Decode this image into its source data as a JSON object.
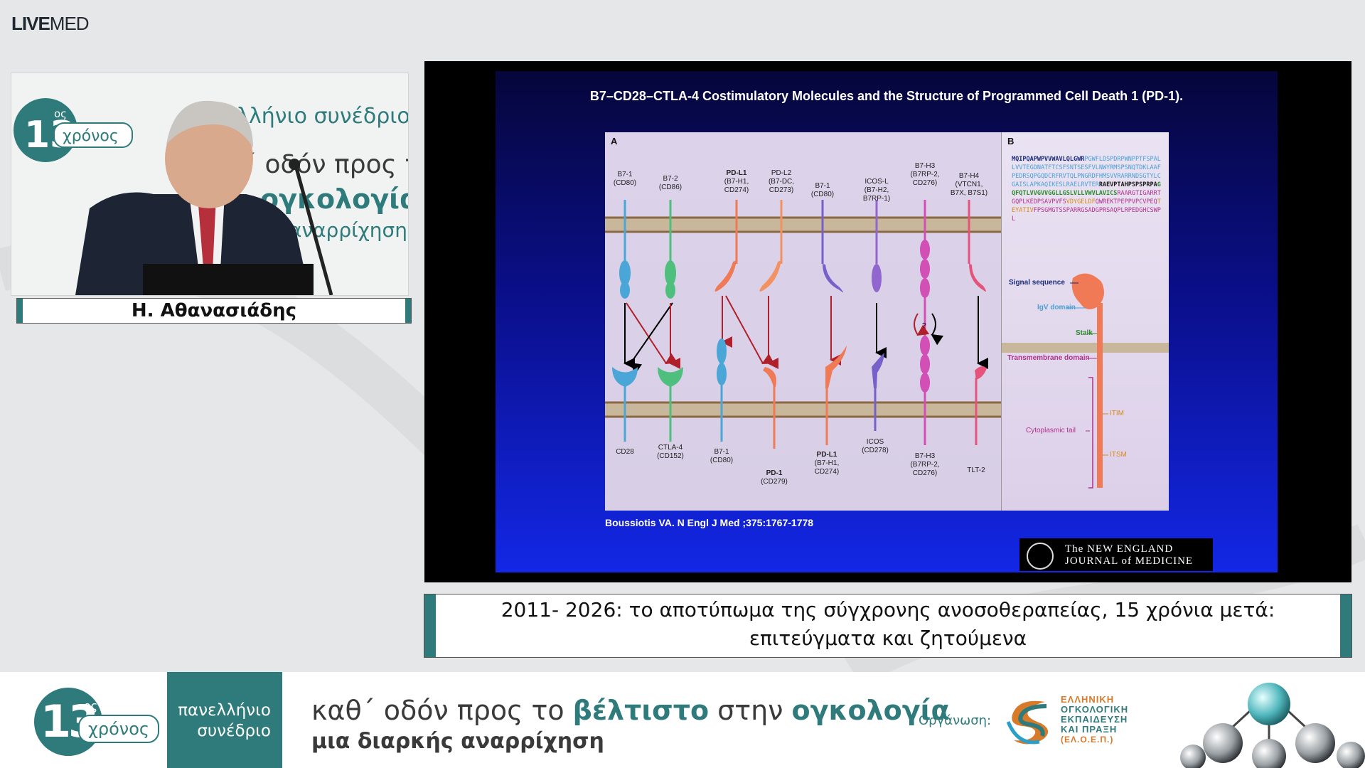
{
  "header": {
    "logo_bold": "LIVE",
    "logo_light": "MED"
  },
  "speaker": {
    "name": "Η. Αθανασιάδης",
    "backdrop": {
      "badge_number": "13",
      "badge_suffix": "ος",
      "badge_years": "χρόνος",
      "line1": "ελλήνιο συνέδριο",
      "line2": "θ΄ οδόν προς το",
      "line3": "ογκολογία",
      "line4": "αναρρίχηση"
    }
  },
  "slide": {
    "title": "B7–CD28–CTLA-4 Costimulatory Molecules and the Structure of Programmed Cell Death 1 (PD-1).",
    "panel_a_letter": "A",
    "panel_b_letter": "B",
    "top_labels": [
      {
        "l1": "B7-1",
        "l2": "(CD80)",
        "l3": "",
        "bold": false
      },
      {
        "l1": "B7-2",
        "l2": "(CD86)",
        "l3": "",
        "bold": false
      },
      {
        "l1": "PD-L1",
        "l2": "(B7-H1,",
        "l3": "CD274)",
        "bold": true
      },
      {
        "l1": "PD-L2",
        "l2": "(B7-DC,",
        "l3": "CD273)",
        "bold": false
      },
      {
        "l1": "B7-1",
        "l2": "(CD80)",
        "l3": "",
        "bold": false
      },
      {
        "l1": "ICOS-L",
        "l2": "(B7-H2,",
        "l3": "B7RP-1)",
        "bold": false
      },
      {
        "l1": "B7-H3",
        "l2": "(B7RP-2,",
        "l3": "CD276)",
        "bold": false
      },
      {
        "l1": "B7-H4",
        "l2": "(VTCN1,",
        "l3": "B7X, B7S1)",
        "bold": false
      }
    ],
    "bottom_labels": [
      {
        "l1": "CD28",
        "l2": "",
        "l3": "",
        "bold": false
      },
      {
        "l1": "CTLA-4",
        "l2": "(CD152)",
        "l3": "",
        "bold": false
      },
      {
        "l1": "B7-1",
        "l2": "(CD80)",
        "l3": "",
        "bold": false
      },
      {
        "l1": "PD-1",
        "l2": "(CD279)",
        "l3": "",
        "bold": true
      },
      {
        "l1": "PD-L1",
        "l2": "(B7-H1,",
        "l3": "CD274)",
        "bold": true
      },
      {
        "l1": "ICOS",
        "l2": "(CD278)",
        "l3": "",
        "bold": false
      },
      {
        "l1": "B7-H3",
        "l2": "(B7RP-2,",
        "l3": "CD276)",
        "bold": false
      },
      {
        "l1": "TLT-2",
        "l2": "",
        "l3": "",
        "bold": false
      }
    ],
    "question_mark": "?",
    "sequence": {
      "signal": "MQIPQAPWPVVWAVLQLGWR",
      "igv": "PGWFLDSPDRPWNPPTFSPALLVVTEGDNATFTCSFSNTSESFVLNWYRMSPSNQTDKLAAFPEDRSQPGQDCRFRVTQLPNGRDFHMSVVRARRNDSGTYLCGAISLAPKAQIKESLRAELRVTER",
      "stalk": "RAEVPTAHPSPSPRPA",
      "tm": "GQFQTLVVGVVGGLLGSLVLLVWVLAVICS",
      "cyto1": "RAARGTIGARRTGQPLKEDPSAVPVFS",
      "itim": "VDYGELDF",
      "cyto2": "QWREKTPEPPVPCVPEQ",
      "itsm": "TEYATIV",
      "cyto3": "FPSGMGTSSPARRGSADGPRSAQPLRPEDGHCSWPL"
    },
    "domain_labels": {
      "signal": "Signal sequence",
      "igv": "IgV domain",
      "stalk": "Stalk",
      "tm": "Transmembrane domain",
      "cyto": "Cytoplasmic tail",
      "itim": "ITIM",
      "itsm": "ITSM"
    },
    "citation": "Boussiotis VA. N Engl J Med ;375:1767-1778",
    "journal_line1": "The NEW ENGLAND",
    "journal_line2": "JOURNAL of MEDICINE"
  },
  "caption": "2011- 2026: το αποτύπωμα της σύγχρονης ανοσοθεραπείας, 15 χρόνια μετά: επιτεύγματα και ζητούμενα",
  "banner": {
    "badge_number": "13",
    "badge_suffix": "ος",
    "badge_years": "χρόνος",
    "conference_line1": "πανελλήνιο",
    "conference_line2": "συνέδριο",
    "tagline_pre": "καθ΄ οδόν προς το ",
    "tagline_hl1": "βέλτιστο",
    "tagline_mid": " στην ",
    "tagline_hl2": "ογκολογία",
    "tagline2": "μια διαρκής αναρρίχηση",
    "org_label": "Οργάνωση:",
    "org_line1": "ΕΛΛΗΝΙΚΗ",
    "org_line2": "ΟΓΚΟΛΟΓΙΚΗ",
    "org_line3": "ΕΚΠΑΙΔΕΥΣΗ",
    "org_line4": "ΚΑΙ ΠΡΑΞΗ",
    "org_line5": "(ΕΛ.Ο.Ε.Π.)"
  },
  "colors": {
    "teal": "#2f7b7b",
    "slide_blue": "#1327e6",
    "accent_orange": "#d9792a"
  }
}
